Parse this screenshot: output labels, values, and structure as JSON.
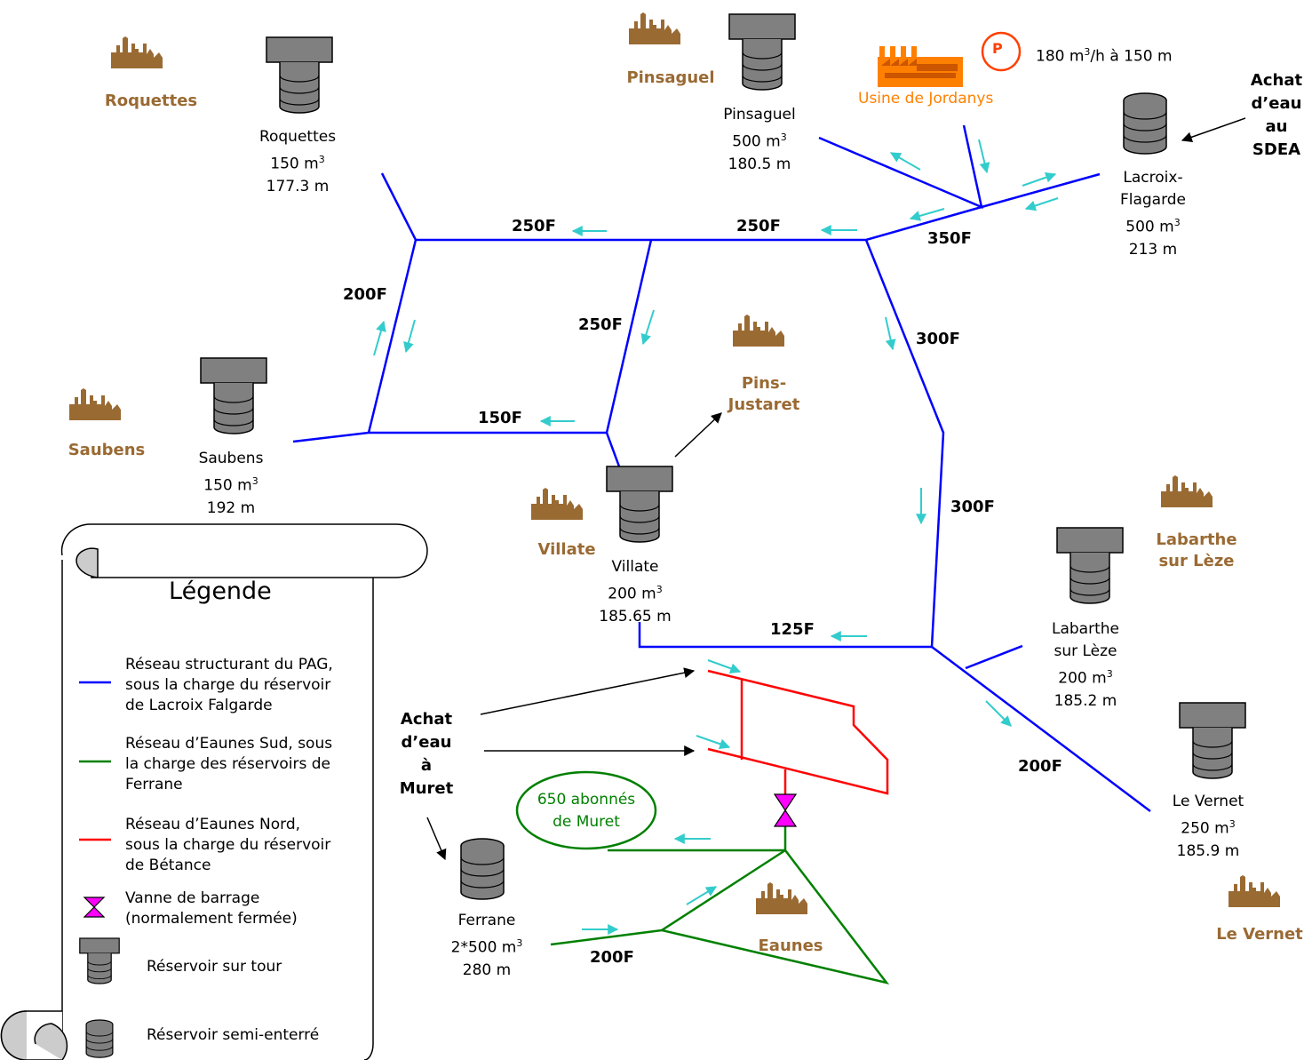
{
  "reservoirs": {
    "roquettes": {
      "name": "Roquettes",
      "vol_prefix": "150 m",
      "height": "177.3 m"
    },
    "pinsaguel": {
      "name": "Pinsaguel",
      "vol_prefix": "500 m",
      "height": "180.5 m"
    },
    "lacroix": {
      "name1": "Lacroix-",
      "name2": "Flagarde",
      "vol_prefix": "500 m",
      "height": "213 m"
    },
    "saubens": {
      "name": "Saubens",
      "vol_prefix": "150 m",
      "height": "192 m"
    },
    "villate": {
      "name": "Villate",
      "vol_prefix": "200 m",
      "height": "185.65 m"
    },
    "labarthe": {
      "name1": "Labarthe",
      "name2": "sur Lèze",
      "vol_prefix": "200 m",
      "height": "185.2 m"
    },
    "levernet": {
      "name": "Le Vernet",
      "vol_prefix": "250 m",
      "height": "185.9 m"
    },
    "ferrane": {
      "name": "Ferrane",
      "vol_prefix": "2*500 m",
      "height": "280 m"
    },
    "cube": "3"
  },
  "towns": {
    "roquettes": "Roquettes",
    "pinsaguel": "Pinsaguel",
    "saubens": "Saubens",
    "pins1": "Pins-",
    "pins2": "Justaret",
    "villate": "Villate",
    "labarthe1": "Labarthe",
    "labarthe2": "sur Lèze",
    "levernet": "Le Vernet",
    "eaunes": "Eaunes"
  },
  "pipes": {
    "p250a": "250F",
    "p250b": "250F",
    "p350": "350F",
    "p200": "200F",
    "p250c": "250F",
    "p300a": "300F",
    "p150": "150F",
    "p300b": "300F",
    "p125": "125F",
    "p200vernet": "200F",
    "p200eaunes": "200F"
  },
  "plant": {
    "name": "Usine de Jordanys",
    "pump_letter": "P",
    "flow_a": "180 m",
    "flow_sup": "3",
    "flow_b": "/h à 150 m"
  },
  "purchase_sdea": {
    "l1": "Achat",
    "l2": "d’eau",
    "l3": "au",
    "l4": "SDEA"
  },
  "purchase_muret": {
    "l1": "Achat",
    "l2": "d’eau",
    "l3": "à",
    "l4": "Muret"
  },
  "subscribers": {
    "l1": "650 abonnés",
    "l2": "de Muret"
  },
  "legend": {
    "title": "Légende",
    "blue": {
      "l1": "Réseau structurant du PAG,",
      "l2": "sous la charge du réservoir",
      "l3": "de Lacroix Falgarde",
      "color": "#0000ff"
    },
    "green": {
      "l1": "Réseau d’Eaunes Sud, sous",
      "l2": "la charge des réservoirs de",
      "l3": "Ferrane",
      "color": "#008000"
    },
    "red": {
      "l1": "Réseau d’Eaunes Nord,",
      "l2": "sous la charge du réservoir",
      "l3": "de Bétance",
      "color": "#ff0000"
    },
    "valve": {
      "l1": "Vanne de barrage",
      "l2": "(normalement fermée)"
    },
    "tower": "Réservoir sur tour",
    "semi": "Réservoir semi-enterré"
  },
  "colors": {
    "town": "#9a6a33",
    "arrow": "#33cccc",
    "valve": "#ff00ff",
    "plant": "#ff8000"
  }
}
